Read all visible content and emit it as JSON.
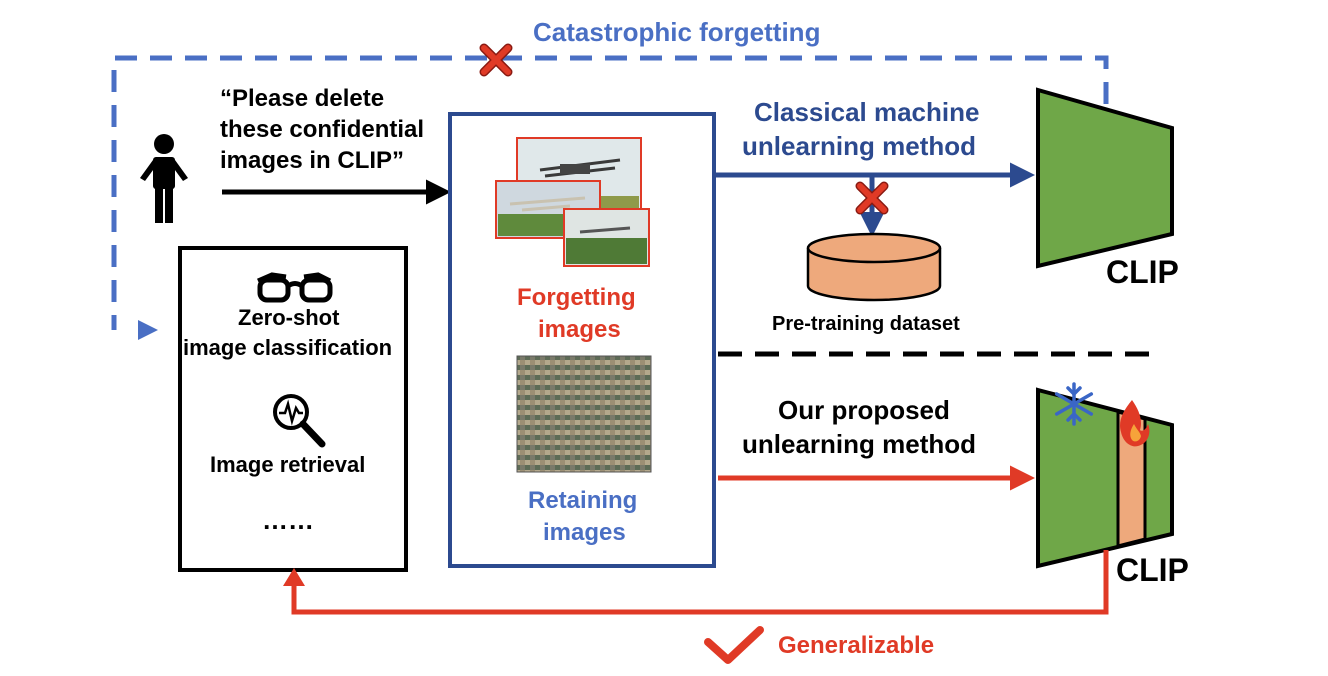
{
  "labels": {
    "catastrophic": "Catastrophic forgetting",
    "request_line1": "“Please delete",
    "request_line2": "these confidential",
    "request_line3": "images in CLIP”",
    "classical_line1": "Classical machine",
    "classical_line2": "unlearning method",
    "pretraining": "Pre-training dataset",
    "clip_top": "CLIP",
    "clip_bottom": "CLIP",
    "forgetting_line1": "Forgetting",
    "forgetting_line2": "images",
    "retaining_line1": "Retaining",
    "retaining_line2": "images",
    "zeroshot_line1": "Zero-shot",
    "zeroshot_line2": "image classification",
    "retrieval": "Image retrieval",
    "ellipsis": "……",
    "proposed_line1": "Our proposed",
    "proposed_line2": "unlearning method",
    "generalizable": "Generalizable"
  },
  "colors": {
    "blue_dashed": "#4a6fc4",
    "blue_text": "#3f63b6",
    "navy": "#2c4a8f",
    "red": "#e03a26",
    "green": "#6fa748",
    "peach": "#eea97c",
    "black": "#000000"
  },
  "icons": [
    "person-icon",
    "glasses-icon",
    "magnifier-icon",
    "snowflake-icon",
    "fire-icon",
    "cross-icon",
    "check-icon",
    "database-icon"
  ]
}
